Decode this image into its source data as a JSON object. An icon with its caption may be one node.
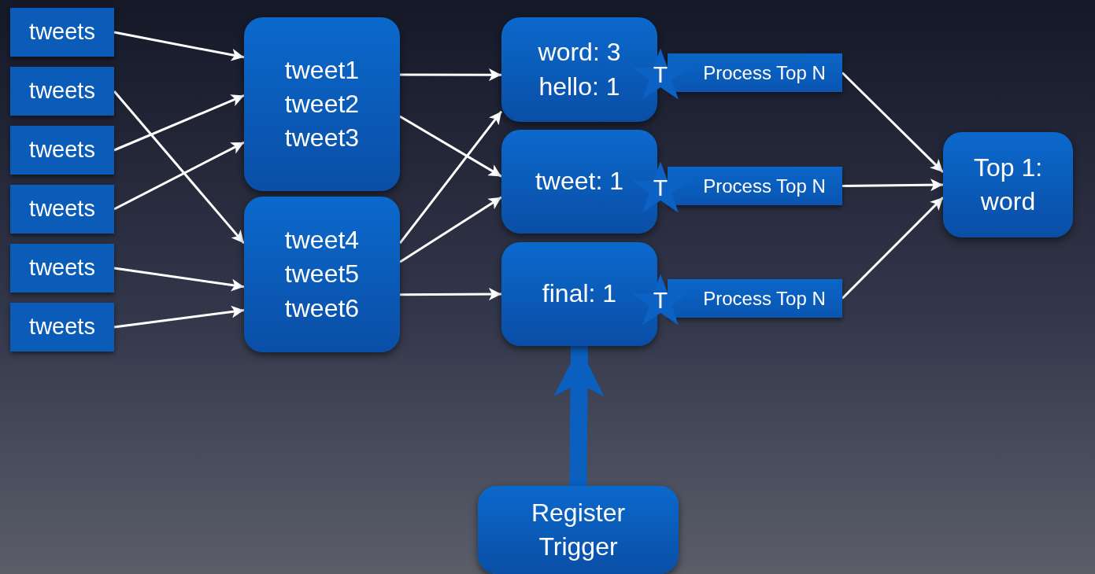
{
  "diagram": {
    "nodes": [
      {
        "text": [
          "tweets"
        ]
      },
      {
        "text": [
          "tweets"
        ]
      },
      {
        "text": [
          "tweets"
        ]
      },
      {
        "text": [
          "tweets"
        ]
      },
      {
        "text": [
          "tweets"
        ]
      },
      {
        "text": [
          "tweets"
        ]
      },
      {
        "text": [
          "tweet1",
          "tweet2",
          "tweet3"
        ]
      },
      {
        "text": [
          "tweet4",
          "tweet5",
          "tweet6"
        ]
      },
      {
        "text": [
          "word: 3",
          "hello: 1"
        ]
      },
      {
        "text": [
          "tweet: 1"
        ]
      },
      {
        "text": [
          "final: 1"
        ]
      },
      {
        "text": [
          "T"
        ]
      },
      {
        "text": [
          "T"
        ]
      },
      {
        "text": [
          "T"
        ]
      },
      {
        "text": [
          "Process Top N"
        ]
      },
      {
        "text": [
          "Process Top N"
        ]
      },
      {
        "text": [
          "Process Top N"
        ]
      },
      {
        "text": [
          "Top 1: word"
        ]
      },
      {
        "text": [
          "Register Trigger"
        ]
      }
    ],
    "edges": [
      {
        "from": 0,
        "to": 6,
        "arrow": "to"
      },
      {
        "from": 1,
        "to": 7,
        "arrow": "to"
      },
      {
        "from": 2,
        "to": 6,
        "arrow": "to"
      },
      {
        "from": 3,
        "to": 6,
        "arrow": "to"
      },
      {
        "from": 4,
        "to": 7,
        "arrow": "to"
      },
      {
        "from": 5,
        "to": 7,
        "arrow": "to"
      },
      {
        "from": 6,
        "to": 8,
        "arrow": "to"
      },
      {
        "from": 6,
        "to": 9,
        "arrow": "to"
      },
      {
        "from": 7,
        "to": 8,
        "arrow": "to"
      },
      {
        "from": 7,
        "to": 9,
        "arrow": "to"
      },
      {
        "from": 7,
        "to": 10,
        "arrow": "to"
      },
      {
        "from": 14,
        "to": 17,
        "arrow": "to"
      },
      {
        "from": 15,
        "to": 17,
        "arrow": "to"
      },
      {
        "from": 16,
        "to": 17,
        "arrow": "to"
      },
      {
        "from": 18,
        "to": 10,
        "arrow": "to",
        "style": "thick",
        "color": "#0b5fbf"
      }
    ]
  }
}
